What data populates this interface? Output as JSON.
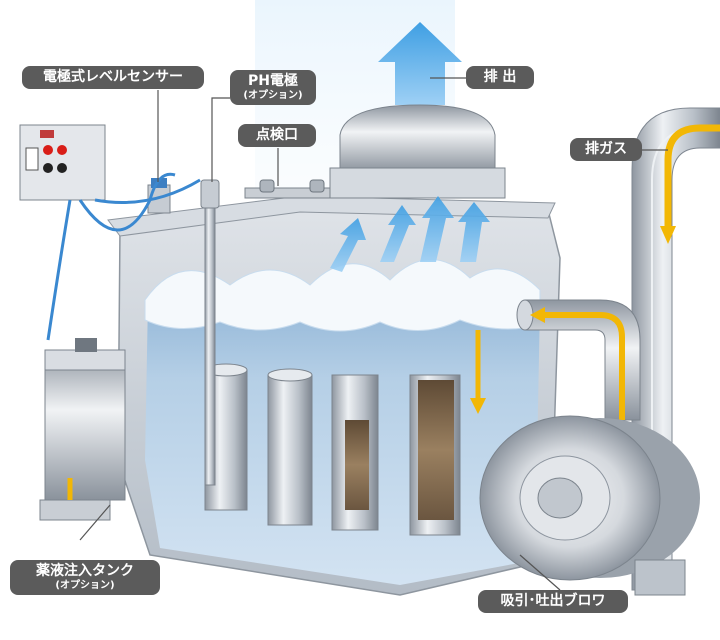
{
  "labels": {
    "level_sensor": "電極式レベルセンサー",
    "ph_electrode": "PH電極",
    "ph_electrode_option": "(オプション)",
    "inspection_port": "点検口",
    "exhaust_out": "排 出",
    "exhaust_gas": "排ガス",
    "chemical_tank": "薬液注入タンク",
    "chemical_tank_option": "(オプション)",
    "blower": "吸引･吐出ブロワ"
  },
  "colors": {
    "label_bg": "#5b5b5b",
    "flow_arrow_yellow": "#f2b705",
    "water_arrow_blue": "#5fb0ea",
    "tank_body": "#c9cfd6",
    "water": "#b9d3ea"
  }
}
